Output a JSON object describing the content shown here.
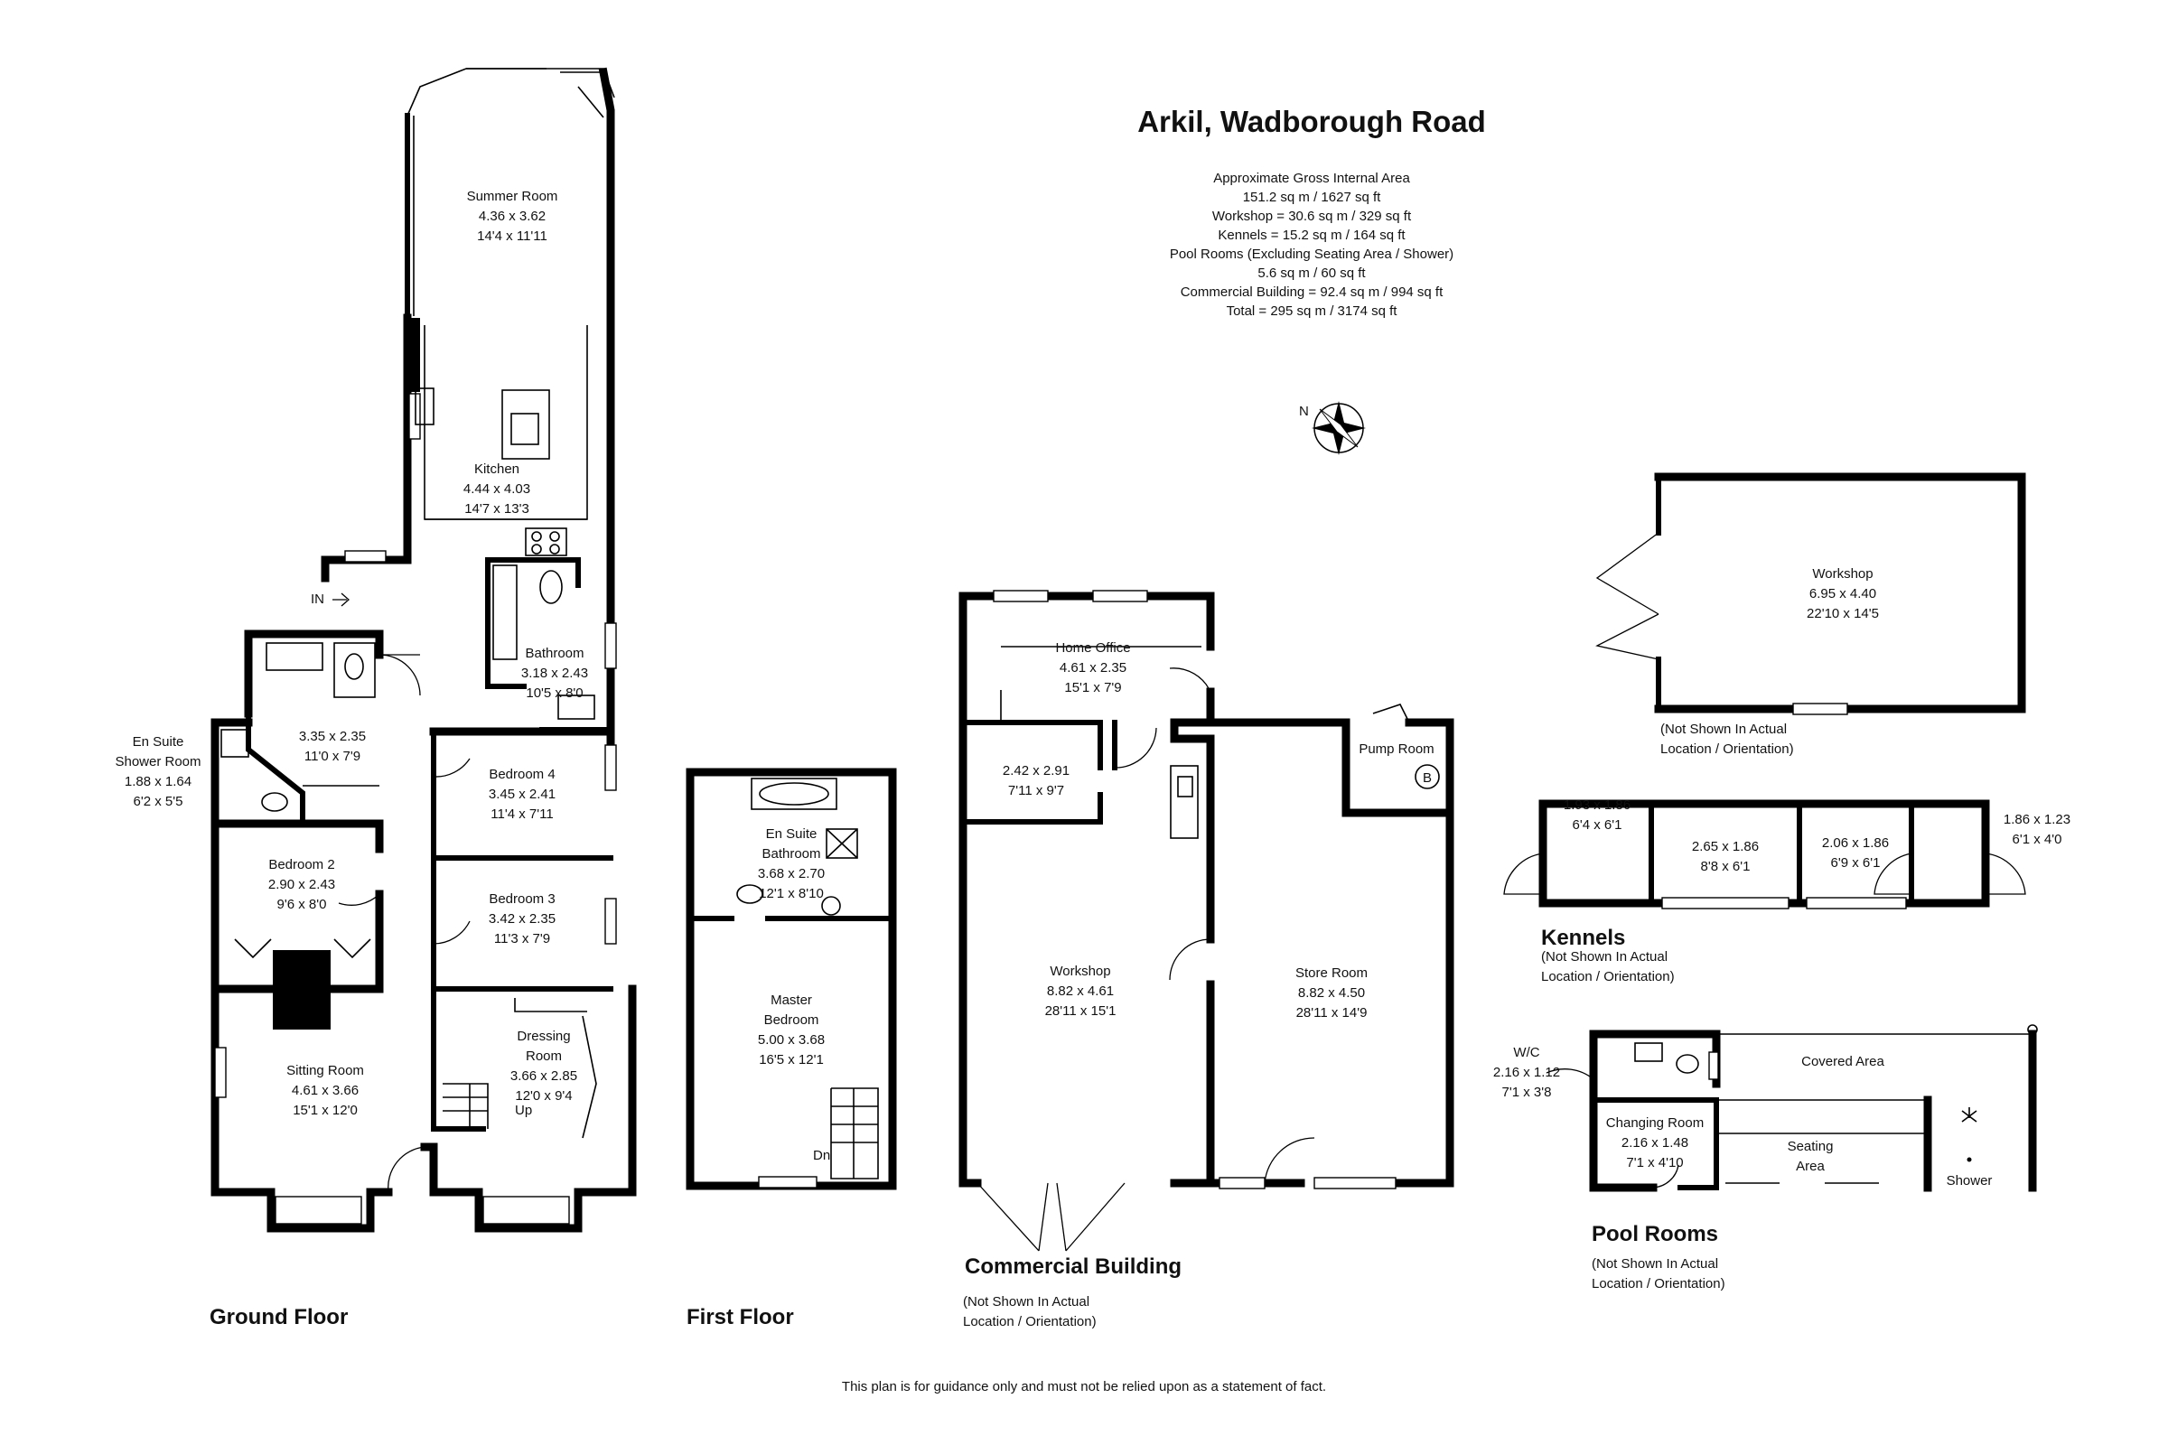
{
  "title": "Arkil, Wadborough Road",
  "area": [
    "Approximate Gross Internal Area",
    "151.2 sq m / 1627 sq ft",
    "Workshop = 30.6 sq m / 329 sq ft",
    "Kennels = 15.2 sq m / 164 sq ft",
    "Pool Rooms (Excluding Seating Area / Shower)",
    "5.6 sq m / 60 sq ft",
    "Commercial Building = 92.4 sq m / 994 sq ft",
    "Total = 295 sq m / 3174 sq ft"
  ],
  "compass": "N",
  "footer": "This plan is for guidance only and must not be relied upon as a statement of fact.",
  "sections": {
    "ground": "Ground Floor",
    "first": "First Floor",
    "commercial": "Commercial Building",
    "commercial_note": [
      "(Not Shown In Actual",
      "Location / Orientation)"
    ],
    "workshop_note": [
      "(Not Shown In Actual",
      "Location / Orientation)"
    ],
    "kennels": "Kennels",
    "kennels_note": [
      "(Not Shown In Actual",
      "Location / Orientation)"
    ],
    "pool": "Pool Rooms",
    "pool_note": [
      "(Not Shown In Actual",
      "Location / Orientation)"
    ]
  },
  "rooms": {
    "summer": [
      "Summer Room",
      "4.36 x 3.62",
      "14'4 x 11'11"
    ],
    "kitchen": [
      "Kitchen",
      "4.44 x 4.03",
      "14'7 x 13'3"
    ],
    "in": "IN",
    "bathroom": [
      "Bathroom",
      "3.18 x 2.43",
      "10'5 x 8'0"
    ],
    "utility": [
      "3.35 x 2.35",
      "11'0 x 7'9"
    ],
    "ensuite_shower": [
      "En Suite",
      "Shower Room",
      "1.88 x 1.64",
      "6'2 x 5'5"
    ],
    "bed4": [
      "Bedroom 4",
      "3.45 x 2.41",
      "11'4 x 7'11"
    ],
    "bed2": [
      "Bedroom 2",
      "2.90 x 2.43",
      "9'6 x 8'0"
    ],
    "bed3": [
      "Bedroom 3",
      "3.42 x 2.35",
      "11'3 x 7'9"
    ],
    "sitting": [
      "Sitting Room",
      "4.61 x 3.66",
      "15'1 x 12'0"
    ],
    "dressing": [
      "Dressing",
      "Room",
      "3.66 x 2.85",
      "12'0 x 9'4"
    ],
    "up": "Up",
    "ensuite_bath": [
      "En Suite",
      "Bathroom",
      "3.68 x 2.70",
      "12'1 x 8'10"
    ],
    "master": [
      "Master",
      "Bedroom",
      "5.00 x 3.68",
      "16'5 x 12'1"
    ],
    "dn": "Dn",
    "home_office": [
      "Home Office",
      "4.61 x 2.35",
      "15'1 x 7'9"
    ],
    "small_room": [
      "2.42 x 2.91",
      "7'11 x 9'7"
    ],
    "pump": [
      "Pump Room",
      "B"
    ],
    "comm_workshop": [
      "Workshop",
      "8.82 x 4.61",
      "28'11 x 15'1"
    ],
    "store": [
      "Store Room",
      "8.82 x 4.50",
      "28'11 x 14'9"
    ],
    "workshop": [
      "Workshop",
      "6.95 x 4.40",
      "22'10 x 14'5"
    ],
    "kennel1": [
      "1.93 x 1.86",
      "6'4 x 6'1"
    ],
    "kennel2": [
      "2.65 x 1.86",
      "8'8 x 6'1"
    ],
    "kennel3": [
      "2.06 x 1.86",
      "6'9 x 6'1"
    ],
    "kennel4": [
      "1.86 x 1.23",
      "6'1 x 4'0"
    ],
    "wc": [
      "W/C",
      "2.16 x 1.12",
      "7'1 x 3'8"
    ],
    "covered": "Covered Area",
    "changing": [
      "Changing Room",
      "2.16 x 1.48",
      "7'1 x 4'10"
    ],
    "seating": [
      "Seating",
      "Area"
    ],
    "shower": "Shower"
  }
}
